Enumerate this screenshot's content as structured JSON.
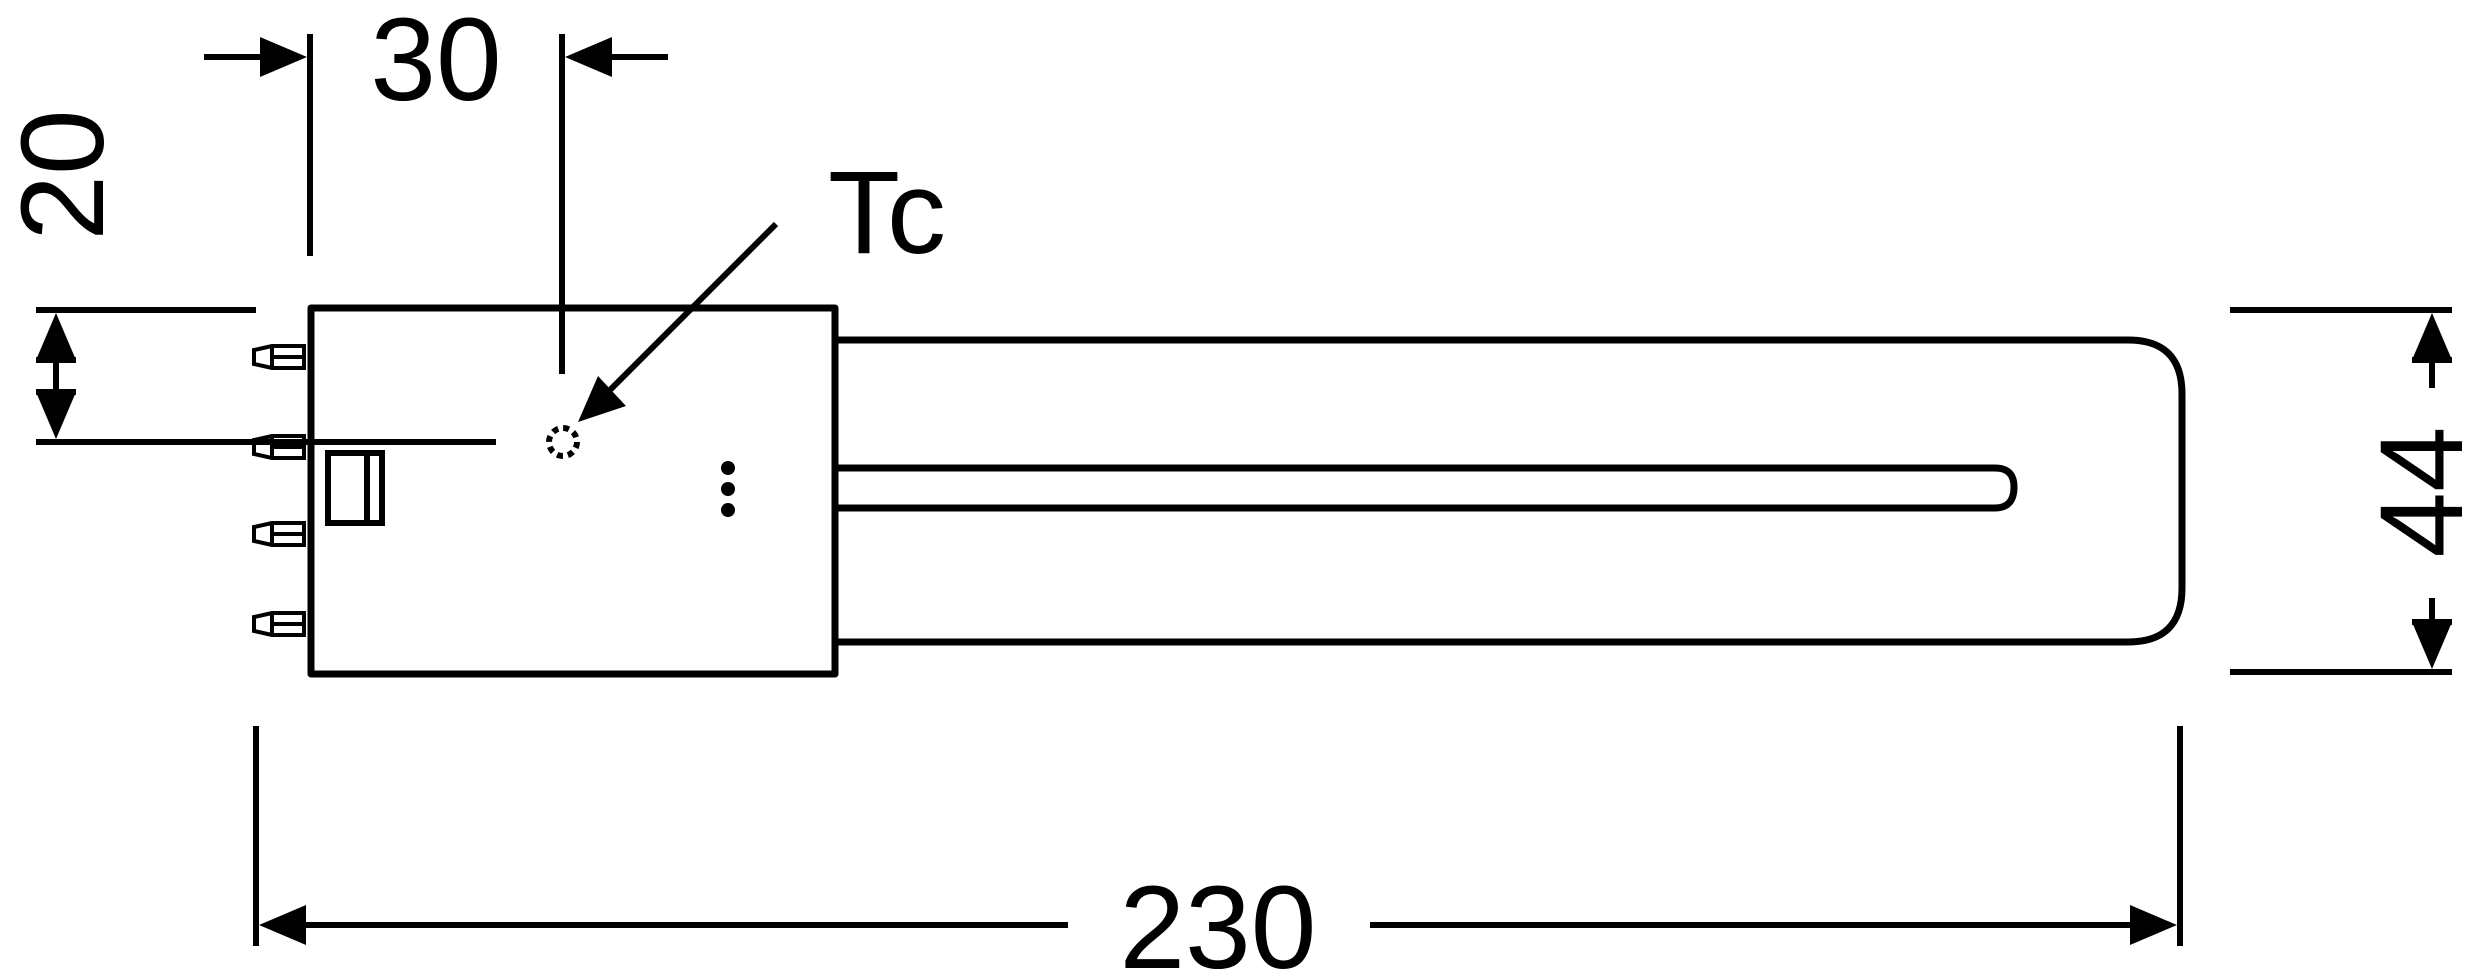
{
  "dimensions": {
    "width_top": "30",
    "height_small": "20",
    "length_total": "230",
    "height_large": "44"
  },
  "labels": {
    "tc": "Tc"
  },
  "colors": {
    "line": "#000000",
    "background": "#ffffff"
  }
}
